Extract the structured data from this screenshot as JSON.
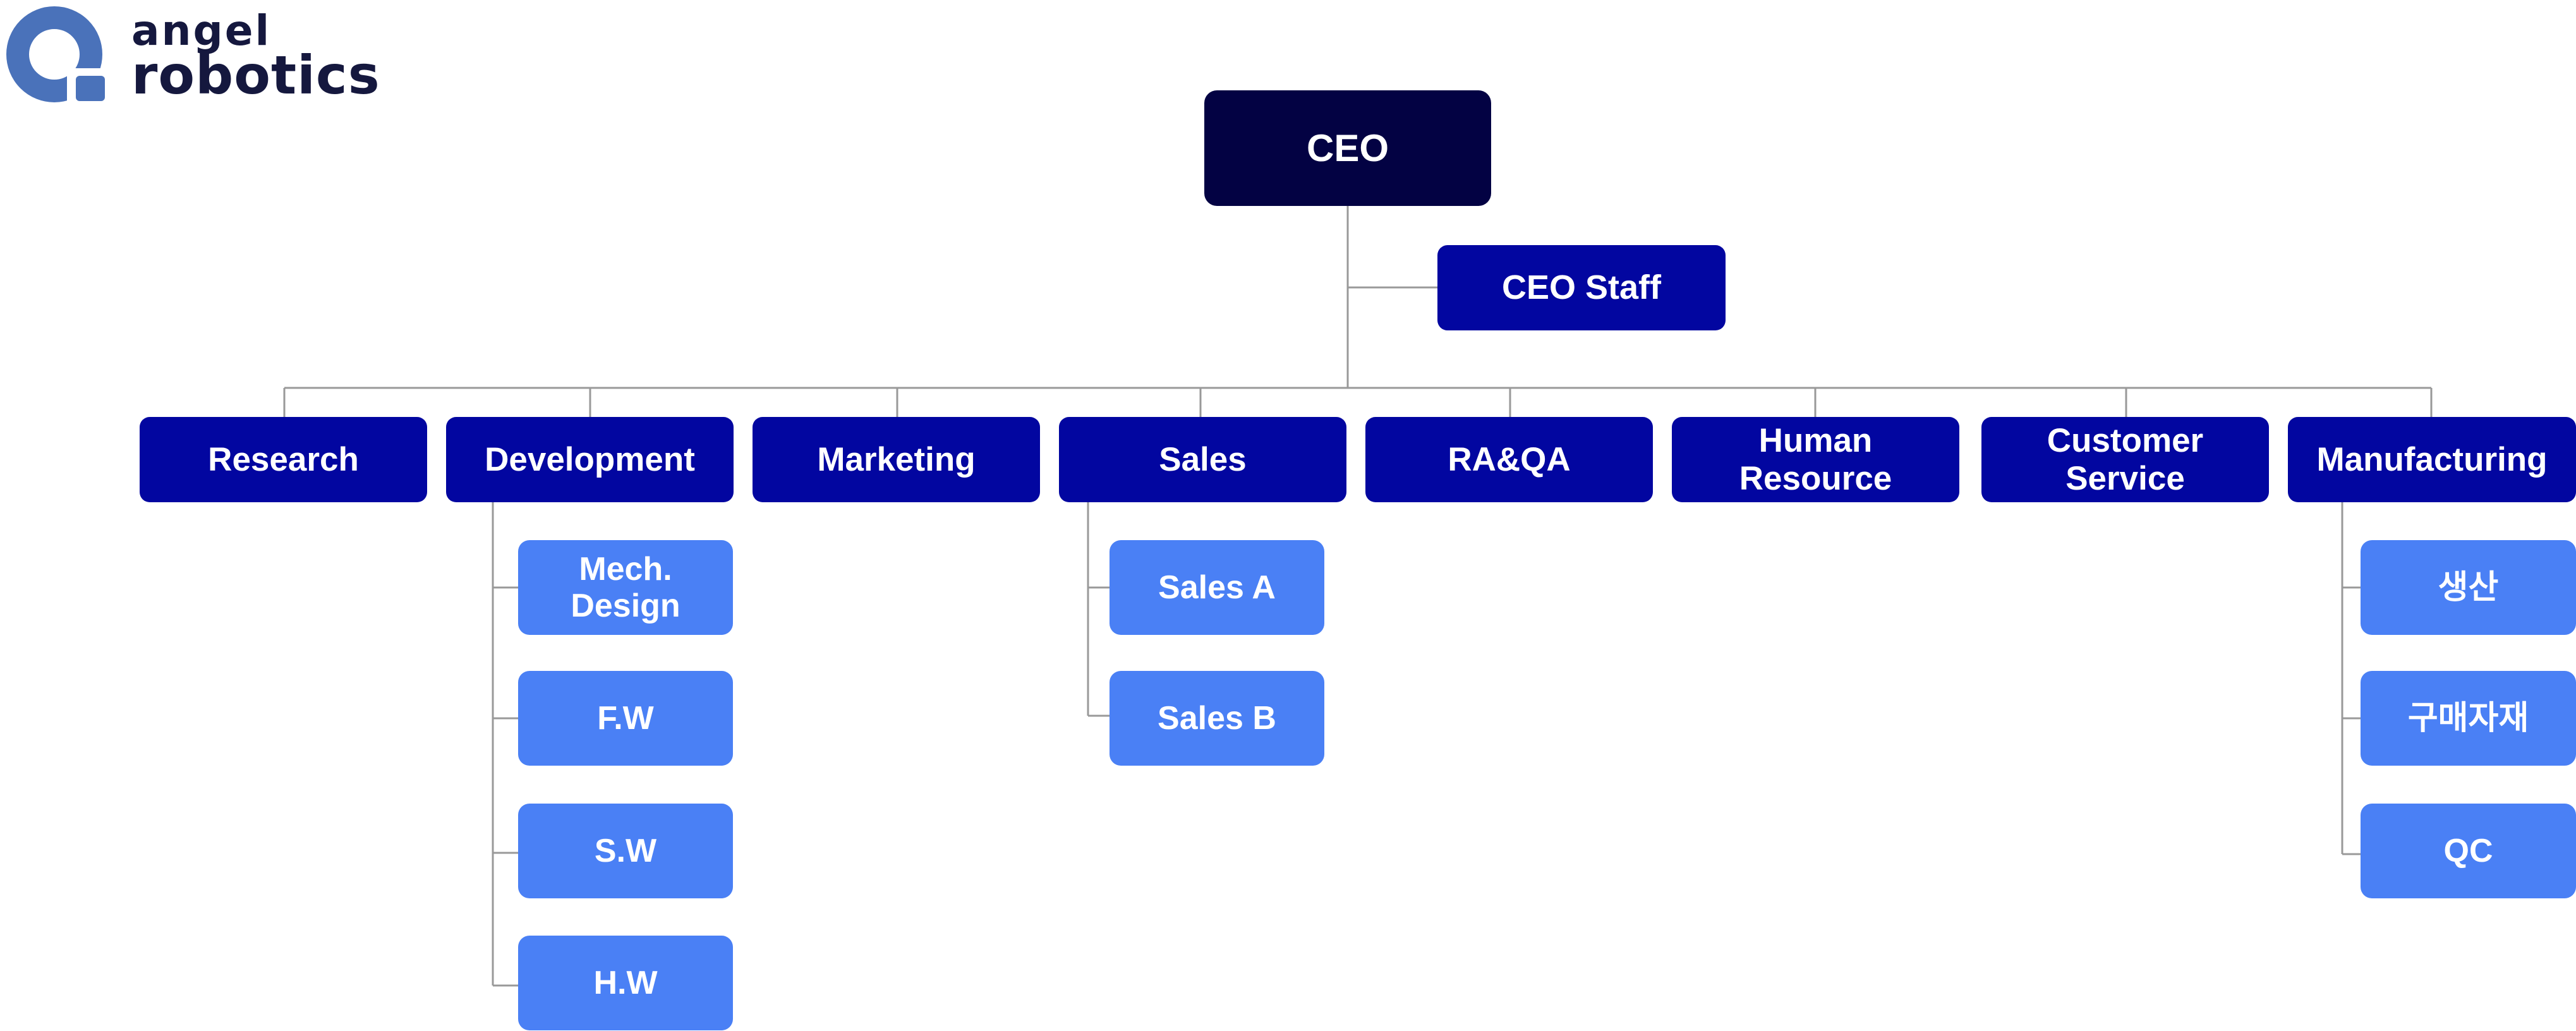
{
  "logo": {
    "line1": "angel",
    "line2": "robotics",
    "color": "#15183e",
    "mark_color": "#4a72ba"
  },
  "colors": {
    "ceo": "#030243",
    "department": "#0206a0",
    "sub_unit": "#4a80f5",
    "connector": "#999999"
  },
  "ceo": {
    "label": "CEO"
  },
  "ceo_staff": {
    "label": "CEO Staff"
  },
  "departments": [
    {
      "id": "research",
      "label": "Research"
    },
    {
      "id": "development",
      "label": "Development"
    },
    {
      "id": "marketing",
      "label": "Marketing"
    },
    {
      "id": "sales",
      "label": "Sales"
    },
    {
      "id": "raqa",
      "label": "RA&QA"
    },
    {
      "id": "human-resource",
      "label": "Human\nResource"
    },
    {
      "id": "customer-service",
      "label": "Customer\nService"
    },
    {
      "id": "manufacturing",
      "label": "Manufacturing"
    }
  ],
  "development_units": [
    {
      "id": "mech-design",
      "label": "Mech.\nDesign"
    },
    {
      "id": "fw",
      "label": "F.W"
    },
    {
      "id": "sw",
      "label": "S.W"
    },
    {
      "id": "hw",
      "label": "H.W"
    }
  ],
  "sales_units": [
    {
      "id": "sales-a",
      "label": "Sales A"
    },
    {
      "id": "sales-b",
      "label": "Sales B"
    }
  ],
  "manufacturing_units": [
    {
      "id": "production",
      "label": "생산"
    },
    {
      "id": "purchasing",
      "label": "구매자재"
    },
    {
      "id": "qc",
      "label": "QC"
    }
  ]
}
